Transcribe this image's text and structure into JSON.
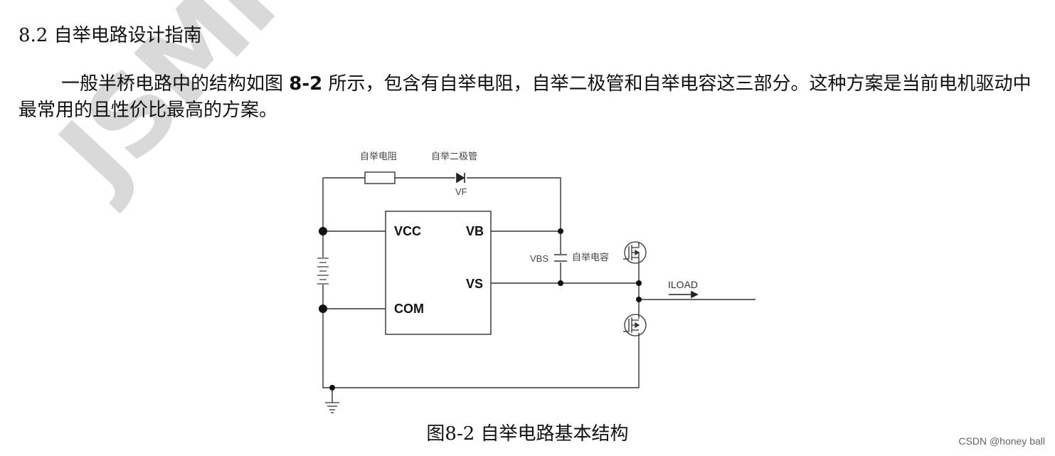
{
  "watermark": "JSMICRO",
  "heading": "8.2 自举电路设计指南",
  "paragraph": {
    "text_before": "一般半桥电路中的结构如图 ",
    "figure_ref": "8-2",
    "text_after": " 所示，包含有自举电阻，自举二极管和自举电容这三部分。这种方案是当前电机驱动中最常用的且性价比最高的方案。"
  },
  "diagram": {
    "resistor_label": "自举电阻",
    "diode_label": "自举二极管",
    "vf_label": "VF",
    "pin_vcc": "VCC",
    "pin_vb": "VB",
    "pin_vs": "VS",
    "pin_com": "COM",
    "vbs_label": "VBS",
    "capacitor_label": "自举电容",
    "iload_label": "ILOAD"
  },
  "caption": "图8-2 自举电路基本结构",
  "credit": "CSDN @honey ball"
}
